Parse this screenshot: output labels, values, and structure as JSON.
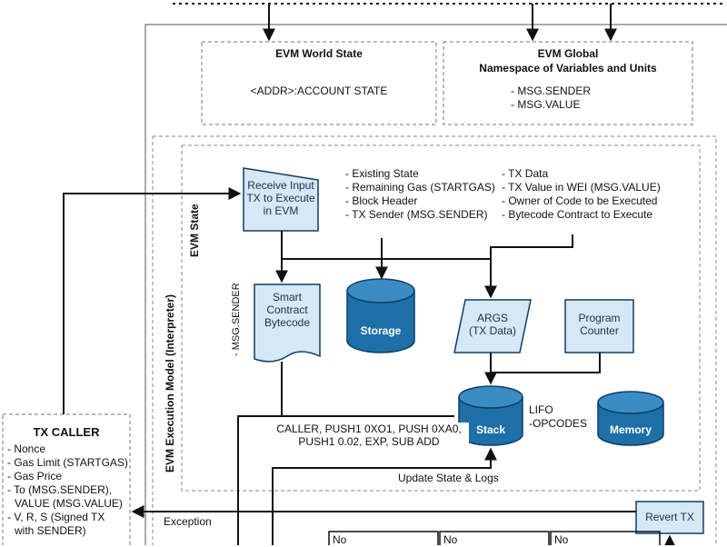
{
  "world_state": {
    "title": "EVM World State",
    "body": "<ADDR>:ACCOUNT STATE"
  },
  "global_ns": {
    "title_line1": "EVM Global",
    "title_line2": "Namespace of Variables and Units",
    "items": [
      "- MSG.SENDER",
      "- MSG.VALUE"
    ]
  },
  "exec_model_label": "EVM Execution Model (Interpreter)",
  "evm_state_label": "EVM State",
  "receive_input": {
    "line1": "Receive Input",
    "line2": "TX to Execute",
    "line3": "in EVM"
  },
  "state_list": [
    "- Existing State",
    "- Remaining Gas (STARTGAS)",
    "- Block Header",
    "- TX Sender (MSG.SENDER)"
  ],
  "tx_list": [
    "- TX Data",
    "- TX Value in WEI (MSG.VALUE)",
    "- Owner of Code to be Executed",
    "- Bytecode Contract to Execute"
  ],
  "msg_sender_label": "- MSG.SENDER",
  "smart_contract": {
    "line1": "Smart",
    "line2": "Contract",
    "line3": "Bytecode"
  },
  "storage_label": "Storage",
  "args": {
    "line1": "ARGS",
    "line2": "(TX Data)"
  },
  "program_counter": {
    "line1": "Program",
    "line2": "Counter"
  },
  "stack_label": "Stack",
  "lifo": {
    "line1": "LIFO",
    "line2": "-OPCODES"
  },
  "memory_label": "Memory",
  "opcodes": {
    "line1": "CALLER, PUSH1 0XO1, PUSH 0XA0,",
    "line2": "PUSH1 0.02, EXP, SUB ADD"
  },
  "update_state": "Update State & Logs",
  "tx_caller": {
    "title": "TX CALLER",
    "items": [
      "- Nonce",
      "- Gas Limit (STARTGAS)",
      "- Gas Price",
      "- To (MSG.SENDER),",
      "VALUE (MSG.VALUE)",
      "- V, R, S (Signed TX",
      "with SENDER)"
    ]
  },
  "exception_label": "Exception",
  "revert_tx": "Revert TX",
  "no_labels": [
    "No",
    "No",
    "No"
  ],
  "colors": {
    "node_fill": "#1d6fa8",
    "node_light": "#d6e7f5",
    "node_stroke": "#103e63"
  }
}
